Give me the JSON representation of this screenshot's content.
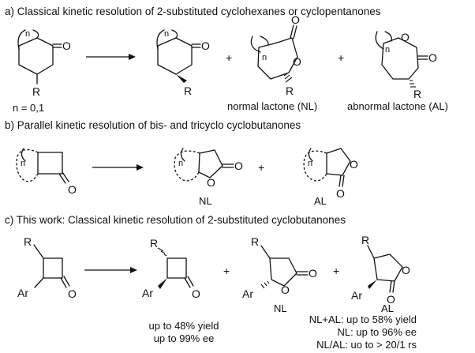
{
  "sections": {
    "a": {
      "heading": "a) Classical kinetic resolution of 2-substituted cyclohexanes or cyclopentanones",
      "n_values": "n = 0,1",
      "nl_label": "normal lactone (NL)",
      "al_label": "abnormal lactone (AL)"
    },
    "b": {
      "heading": "b) Parallel kinetic resolution of bis- and tricyclo cyclobutanones",
      "nl_label": "NL",
      "al_label": "AL"
    },
    "c": {
      "heading": "c) This work: Classical kinetic resolution of 2-substituted cyclobutanones",
      "nl_label": "NL",
      "al_label": "AL",
      "ketone_results": [
        "up to 48% yield",
        "up to 99% ee"
      ],
      "lactone_results": [
        "NL+AL: up to 58% yield",
        "NL: up to 96% ee",
        "NL/AL: uo to > 20/1 rs"
      ]
    }
  },
  "atoms": {
    "oxygen": "O",
    "r_group": "R",
    "aryl": "Ar",
    "ring_index": "n",
    "plus": "+"
  }
}
